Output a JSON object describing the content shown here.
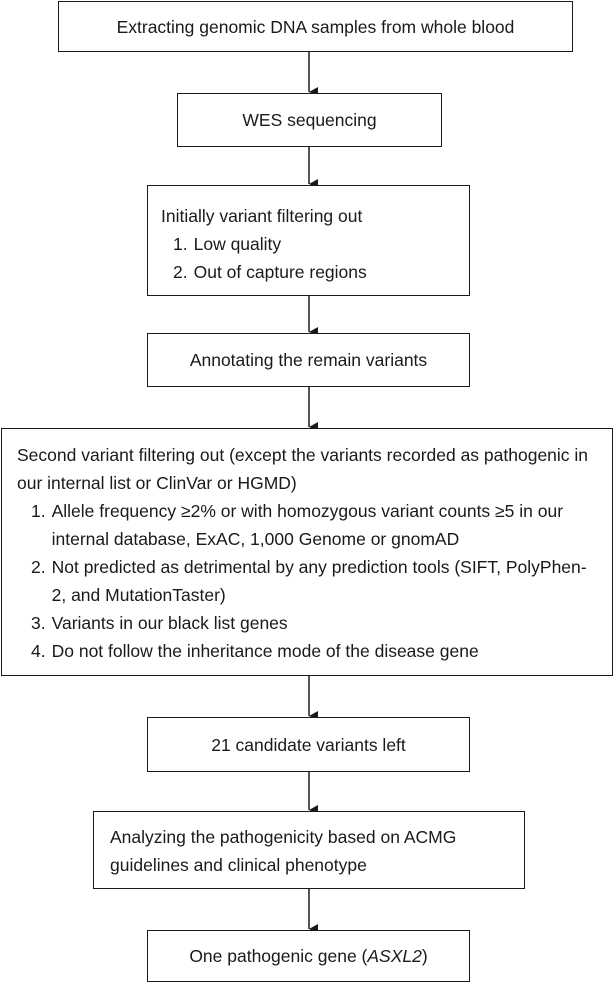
{
  "steps": {
    "extract": "Extracting genomic DNA samples from whole blood",
    "wes": "WES sequencing",
    "initial_filter": {
      "heading": "Initially variant filtering out",
      "items": [
        {
          "num": "1.",
          "text": "Low quality"
        },
        {
          "num": "2.",
          "text": "Out of capture regions"
        }
      ]
    },
    "annotate": "Annotating the remain variants",
    "second_filter": {
      "heading": "Second variant filtering out (except the variants recorded as pathogenic in our internal list or ClinVar or HGMD)",
      "items": [
        {
          "num": "1.",
          "text": "Allele frequency ≥2% or with homozygous variant counts ≥5 in our internal database, ExAC, 1,000 Genome or gnomAD"
        },
        {
          "num": "2.",
          "text": "Not predicted as detrimental by any prediction tools (SIFT, PolyPhen-2, and MutationTaster)"
        },
        {
          "num": "3.",
          "text": "Variants in our black list genes"
        },
        {
          "num": "4.",
          "text": "Do not follow the inheritance mode of the disease gene"
        }
      ]
    },
    "candidates": "21 candidate variants left",
    "analyze": "Analyzing the pathogenicity based on ACMG guidelines and clinical phenotype",
    "result": {
      "prefix": "One pathogenic gene (",
      "gene": "ASXL2",
      "suffix": ")"
    }
  }
}
